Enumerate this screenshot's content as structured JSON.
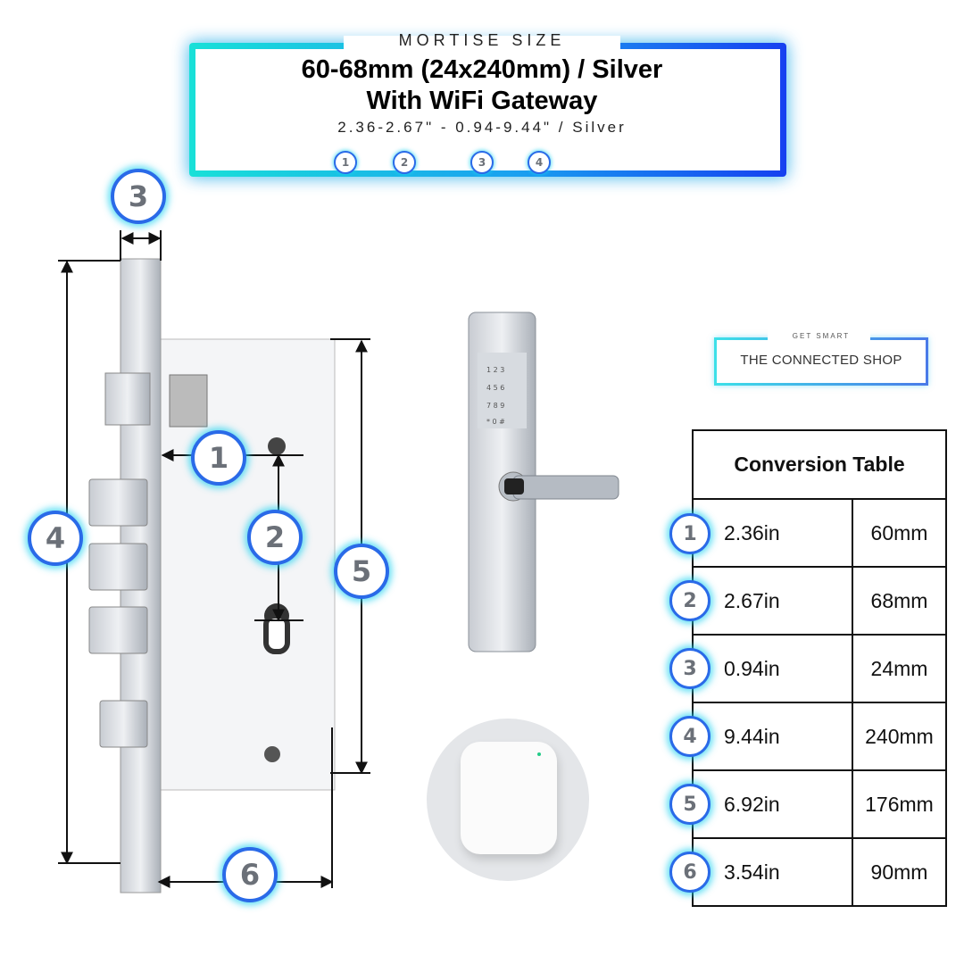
{
  "header": {
    "kicker": "MORTISE SIZE",
    "title_line1": "60-68mm (24x240mm) / Silver",
    "title_line2": "With WiFi Gateway",
    "subtitle": "2.36-2.67\" - 0.94-9.44\" / Silver",
    "markers": [
      "1",
      "2",
      "3",
      "4"
    ]
  },
  "logo": {
    "tagline": "GET SMART",
    "name": "THE CONNECTED SHOP"
  },
  "diagram": {
    "labels": [
      "1",
      "2",
      "3",
      "4",
      "5",
      "6"
    ]
  },
  "table": {
    "title": "Conversion Table",
    "rows": [
      {
        "n": "1",
        "in": "2.36in",
        "mm": "60mm"
      },
      {
        "n": "2",
        "in": "2.67in",
        "mm": "68mm"
      },
      {
        "n": "3",
        "in": "0.94in",
        "mm": "24mm"
      },
      {
        "n": "4",
        "in": "9.44in",
        "mm": "240mm"
      },
      {
        "n": "5",
        "in": "6.92in",
        "mm": "176mm"
      },
      {
        "n": "6",
        "in": "3.54in",
        "mm": "90mm"
      }
    ]
  },
  "colors": {
    "cyan": "#19e0d8",
    "blue": "#1640f0",
    "text": "#111111"
  }
}
